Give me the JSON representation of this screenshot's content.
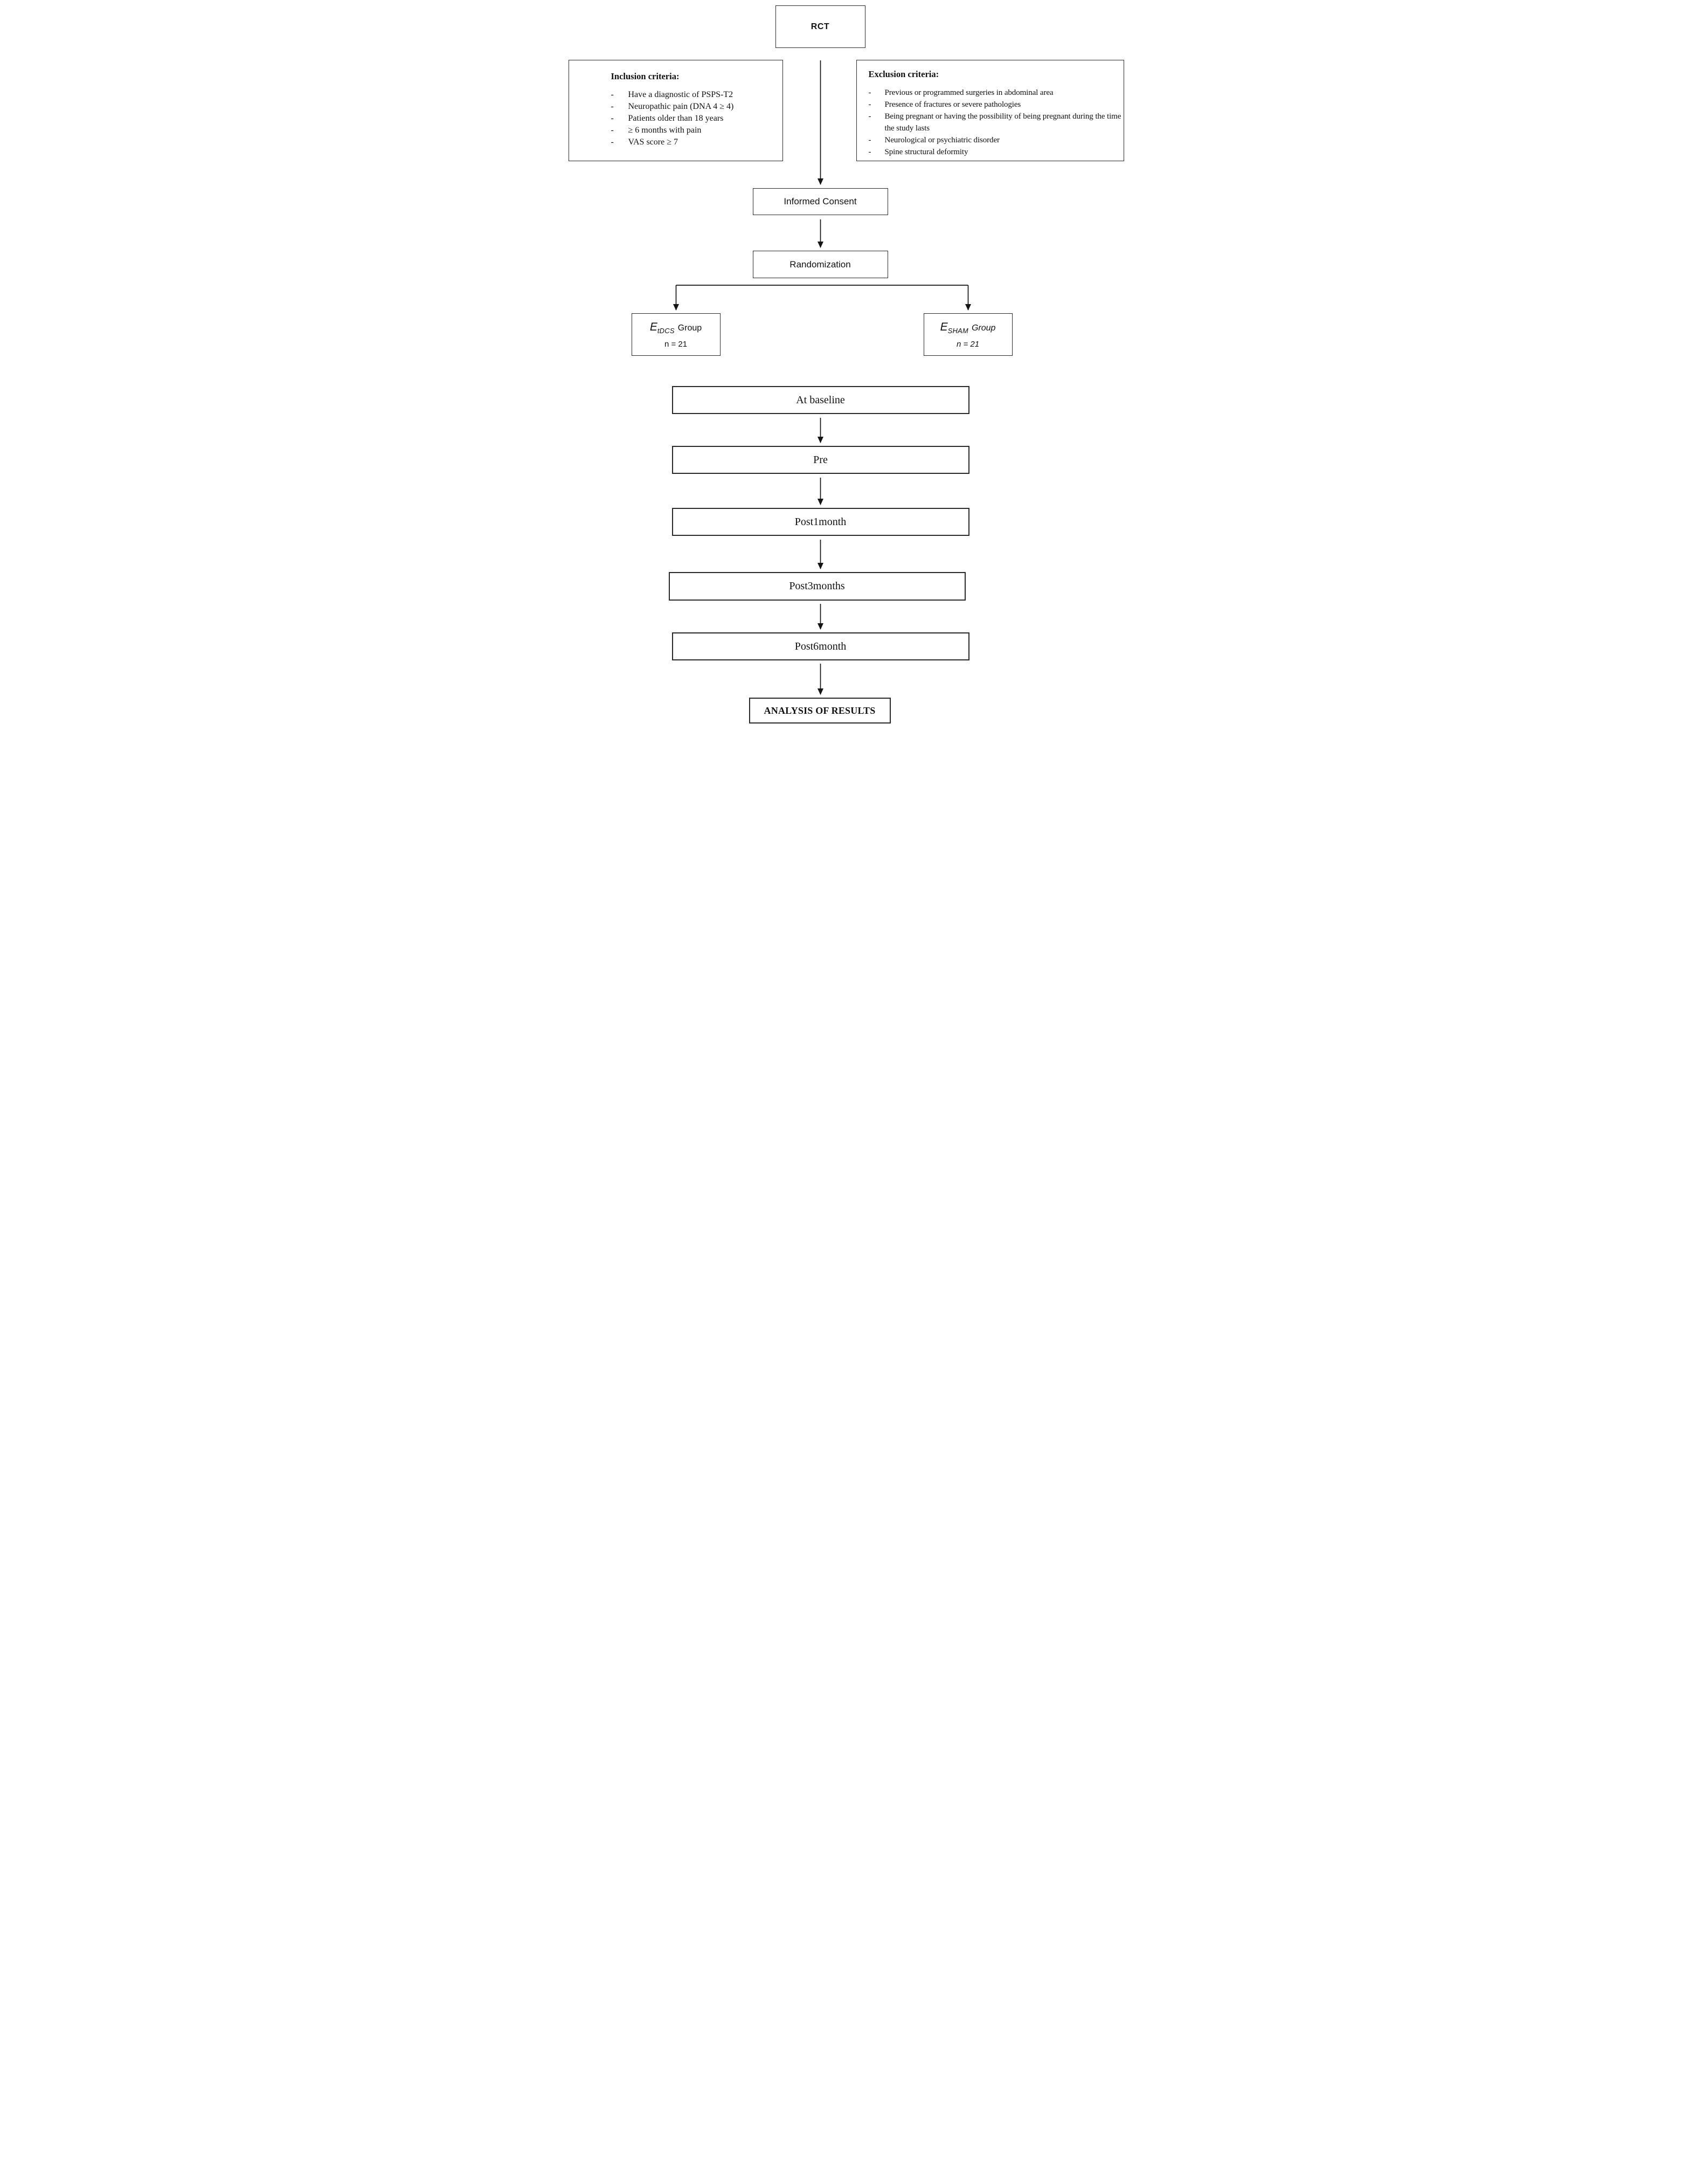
{
  "rct_label": "RCT",
  "bullet": "-",
  "inclusion": {
    "heading": "Inclusion criteria:",
    "items": [
      "Have a diagnostic of PSPS-T2",
      "Neuropathic pain (DNA 4 ≥ 4)",
      "Patients older than 18 years",
      "≥ 6 months with pain",
      "VAS score ≥ 7"
    ]
  },
  "exclusion": {
    "heading": "Exclusion criteria:",
    "items": [
      "Previous or programmed surgeries in abdominal area",
      "Presence of fractures or severe pathologies",
      "Being pregnant or having the possibility of being pregnant during the time the study lasts",
      "Neurological or psychiatric disorder",
      "Spine structural deformity"
    ]
  },
  "flow": {
    "informed_consent": "Informed Consent",
    "randomization": "Randomization"
  },
  "groups": {
    "tdcs": {
      "e": "E",
      "sub": "tDCS",
      "name": "Group",
      "n": "n = 21"
    },
    "sham": {
      "e": "E",
      "sub": "SHAM",
      "name": "Group",
      "n": "n = 21"
    }
  },
  "timeline": [
    {
      "label": "At baseline"
    },
    {
      "label": "Pre"
    },
    {
      "label": "Post1month"
    },
    {
      "label": "Post3months"
    },
    {
      "label": "Post6month"
    }
  ],
  "analysis_label": "ANALYSIS OF RESULTS"
}
